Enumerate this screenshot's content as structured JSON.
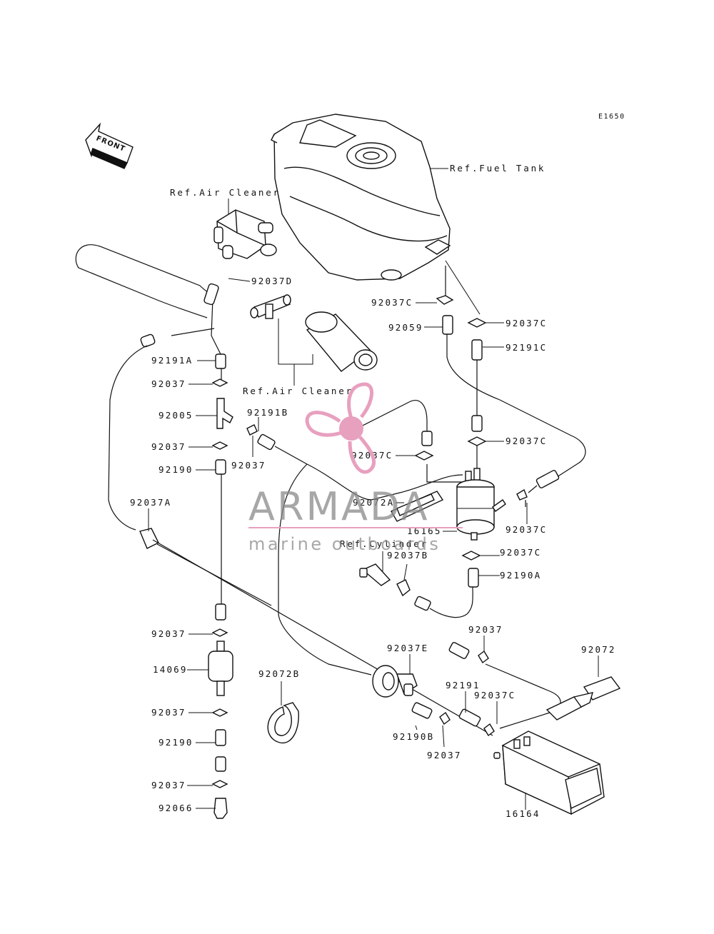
{
  "diagram_code": "E1650",
  "front_label": "FRONT",
  "watermark": {
    "brand": "ARMADA",
    "tagline": "marine outboards",
    "accent_color": "#e8a0bf",
    "text_color": "#8a8a8a"
  },
  "refs": {
    "fuel_tank": "Ref.Fuel Tank",
    "air_cleaner_top": "Ref.Air Cleaner",
    "air_cleaner_mid": "Ref.Air Cleaner",
    "cylinder": "Ref.Cylinder"
  },
  "labels": {
    "p92037D": "92037D",
    "p92037C_a": "92037C",
    "p92059": "92059",
    "p92037C_b": "92037C",
    "p92191C": "92191C",
    "p92191A": "92191A",
    "p92037_a": "92037",
    "p92005": "92005",
    "p92191B": "92191B",
    "p92037_b": "92037",
    "p92037_c": "92037",
    "p92190": "92190",
    "p92037C_c": "92037C",
    "p92037C_d": "92037C",
    "p92037A": "92037A",
    "p92072A": "92072A",
    "p16165": "16165",
    "p92037C_e": "92037C",
    "p92037B": "92037B",
    "p92037C_f": "92037C",
    "p92190A": "92190A",
    "p92037_d": "92037",
    "p92037_e": "92037",
    "p92037E": "92037E",
    "p92072": "92072",
    "p14069": "14069",
    "p92072B": "92072B",
    "p92191": "92191",
    "p92037C_g": "92037C",
    "p92037_f": "92037",
    "p92190B": "92190B",
    "p92037_g": "92037",
    "p92190_b": "92190",
    "p92037_h": "92037",
    "p92066": "92066",
    "p16164": "16164"
  }
}
